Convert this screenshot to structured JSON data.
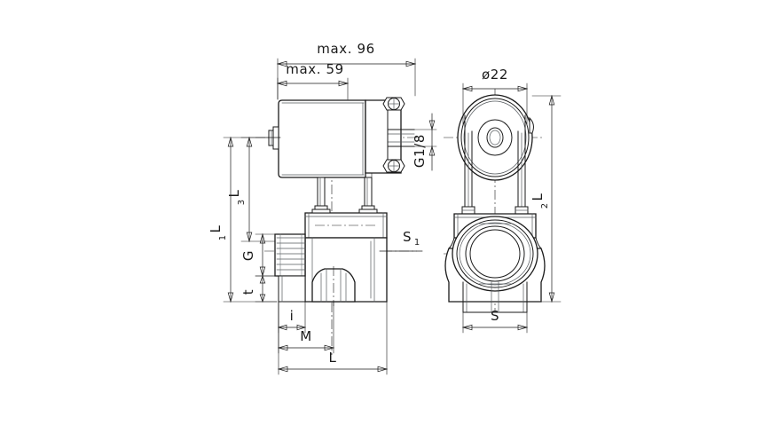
{
  "drawing": {
    "title": "Solenoid valve dimensional drawing",
    "background_color": "#ffffff",
    "line_color": "#1a1a1a",
    "views": {
      "front": {
        "name": "front-view",
        "label": ""
      },
      "side": {
        "name": "side-view",
        "label": ""
      }
    },
    "dimensions": {
      "max96": {
        "text": "max. 96",
        "orientation": "horizontal"
      },
      "max59": {
        "text": "max. 59",
        "orientation": "horizontal"
      },
      "dia22": {
        "text": "ø22",
        "orientation": "horizontal"
      },
      "g18": {
        "text": "G1/8",
        "orientation": "vertical"
      },
      "s1": {
        "text": "S",
        "sub": "1",
        "orientation": "leader"
      },
      "L1": {
        "text": "L",
        "sub": "1",
        "orientation": "vertical"
      },
      "L2": {
        "text": "L",
        "sub": "2",
        "orientation": "vertical"
      },
      "L3": {
        "text": "L",
        "sub": "3",
        "orientation": "vertical"
      },
      "G": {
        "text": "G",
        "orientation": "vertical"
      },
      "t": {
        "text": "t",
        "orientation": "vertical"
      },
      "i": {
        "text": "i",
        "orientation": "horizontal"
      },
      "M": {
        "text": "M",
        "orientation": "horizontal"
      },
      "L": {
        "text": "L",
        "orientation": "horizontal"
      },
      "S": {
        "text": "S",
        "orientation": "horizontal"
      }
    }
  }
}
